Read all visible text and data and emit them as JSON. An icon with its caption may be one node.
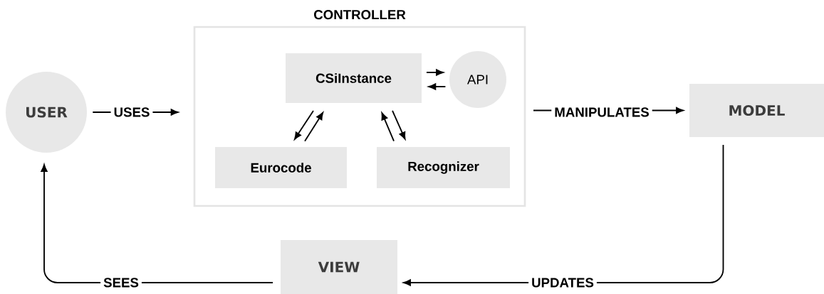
{
  "diagram": {
    "nodes": [
      {
        "text": [
          "USER"
        ]
      },
      {
        "text": [
          "CONTROLLER"
        ]
      },
      {
        "text": [
          "CSiInstance"
        ],
        "in": 1
      },
      {
        "text": [
          "API"
        ],
        "in": 1
      },
      {
        "text": [
          "Eurocode"
        ],
        "in": 1
      },
      {
        "text": [
          "Recognizer"
        ],
        "in": 1
      },
      {
        "text": [
          "MODEL"
        ]
      },
      {
        "text": [
          "VIEW"
        ]
      }
    ],
    "edges": [
      {
        "from": 0,
        "to": 1,
        "arrow": "to",
        "label": "USES"
      },
      {
        "from": 2,
        "to": 3,
        "arrow": "to"
      },
      {
        "from": 3,
        "to": 2,
        "arrow": "to"
      },
      {
        "from": 2,
        "to": 4,
        "arrow": "to"
      },
      {
        "from": 4,
        "to": 2,
        "arrow": "to"
      },
      {
        "from": 5,
        "to": 2,
        "arrow": "to"
      },
      {
        "from": 2,
        "to": 5,
        "arrow": "to"
      },
      {
        "from": 1,
        "to": 6,
        "arrow": "to",
        "label": "MANIPULATES"
      },
      {
        "from": 6,
        "to": 7,
        "arrow": "to",
        "label": "UPDATES"
      },
      {
        "from": 7,
        "to": 0,
        "arrow": "to",
        "label": "SEES"
      }
    ]
  }
}
